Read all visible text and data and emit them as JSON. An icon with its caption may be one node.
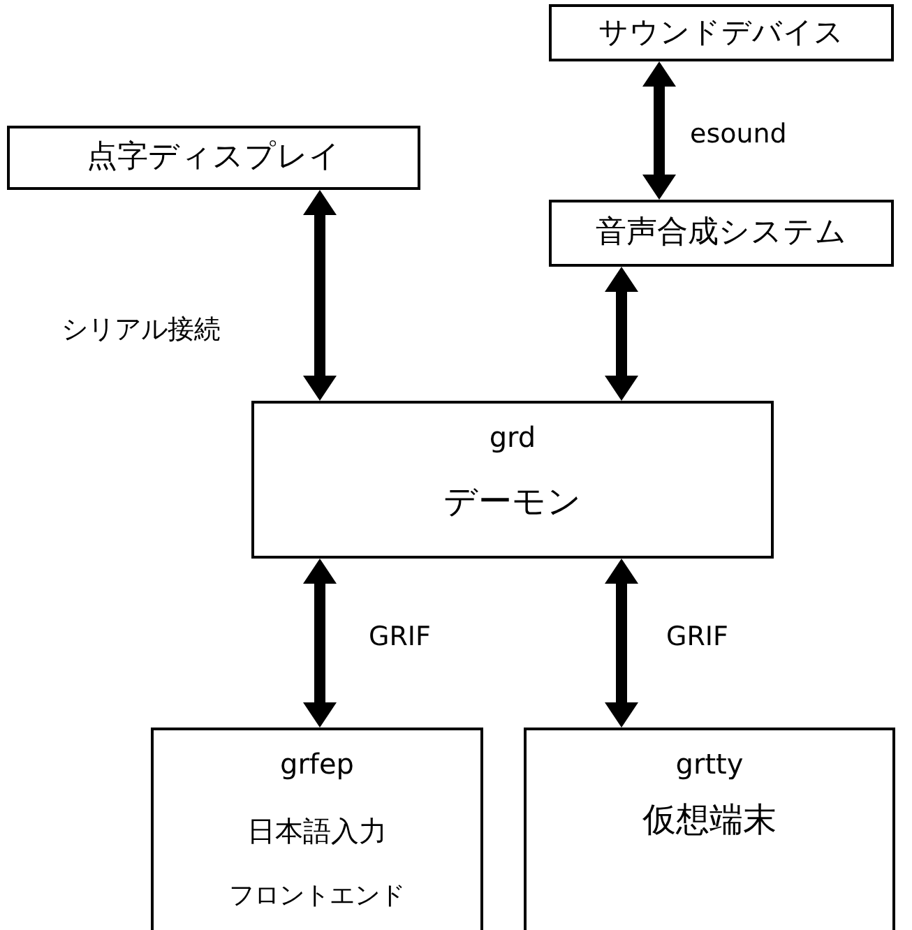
{
  "diagram": {
    "nodes": [
      {
        "text": [
          "サウンドデバイス"
        ]
      },
      {
        "text": [
          "点字ディスプレイ"
        ]
      },
      {
        "text": [
          "音声合成システム"
        ]
      },
      {
        "text": [
          "grd",
          "デーモン"
        ]
      },
      {
        "text": [
          "grfep",
          "日本語入力",
          "フロントエンド"
        ]
      },
      {
        "text": [
          "grtty",
          "仮想端末"
        ]
      }
    ],
    "edges": [
      {
        "from": 0,
        "to": 2,
        "arrow": "both",
        "label": "esound"
      },
      {
        "from": 1,
        "to": 3,
        "arrow": "both",
        "label": "シリアル接続"
      },
      {
        "from": 2,
        "to": 3,
        "arrow": "both"
      },
      {
        "from": 3,
        "to": 4,
        "arrow": "both",
        "label": "GRIF"
      },
      {
        "from": 3,
        "to": 5,
        "arrow": "both",
        "label": "GRIF"
      }
    ]
  }
}
